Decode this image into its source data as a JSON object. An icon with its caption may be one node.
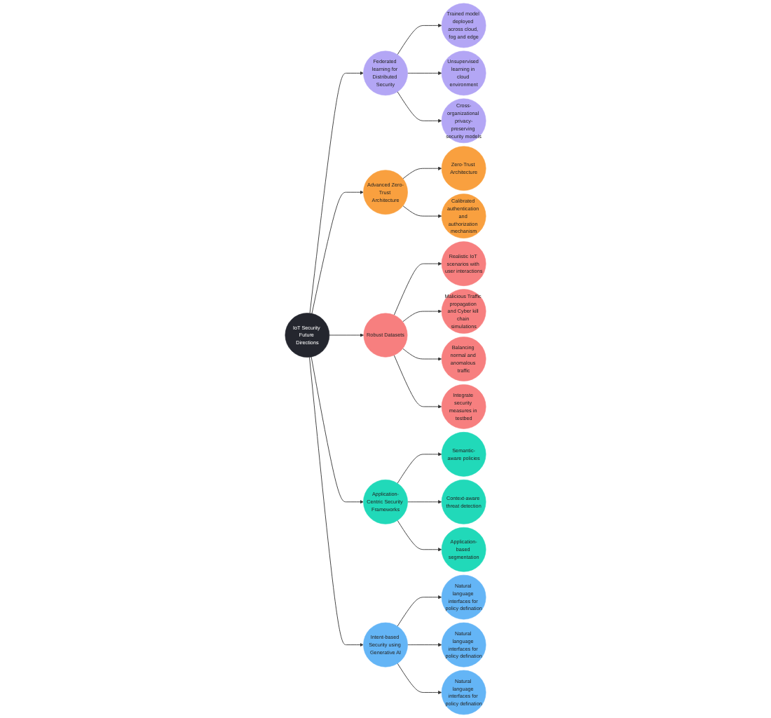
{
  "diagram": {
    "nodes": [
      {
        "text": [
          "IoT Security Future Directions"
        ]
      },
      {
        "text": [
          "Federated learning for Distributed Security"
        ]
      },
      {
        "text": [
          "Trained model deployed across cloud, fog and edge"
        ]
      },
      {
        "text": [
          "Unsupervised learning in cloud environment"
        ]
      },
      {
        "text": [
          "Cross-organizational privacy-preserving security models"
        ]
      },
      {
        "text": [
          "Advanced Zero-Trust Architecture"
        ]
      },
      {
        "text": [
          "Zero-Trust Architecture"
        ]
      },
      {
        "text": [
          "Calibrated authentication and authorization mechanism"
        ]
      },
      {
        "text": [
          "Robust Datasets"
        ]
      },
      {
        "text": [
          "Realistic IoT scenarios with user interactions"
        ]
      },
      {
        "text": [
          "Malicious Traffic propagation and Cyber kill chain simulations"
        ]
      },
      {
        "text": [
          "Balancing normal and anomalous traffic"
        ]
      },
      {
        "text": [
          "Integrate security measures in testbed"
        ]
      },
      {
        "text": [
          "Application-Centric Security Frameworks"
        ]
      },
      {
        "text": [
          "Semantic-aware policies"
        ]
      },
      {
        "text": [
          "Context-aware threat detection"
        ]
      },
      {
        "text": [
          "Application-based segmentation"
        ]
      },
      {
        "text": [
          "Intent-based Security using Generative AI"
        ]
      },
      {
        "text": [
          "Natural language interfaces for policy defination"
        ]
      },
      {
        "text": [
          "Natural language interfaces for policy defination"
        ]
      },
      {
        "text": [
          "Natural language interfaces for policy defination"
        ]
      }
    ],
    "edges": [
      {
        "from": 0,
        "to": 1,
        "arrow": "to"
      },
      {
        "from": 1,
        "to": 2,
        "arrow": "to"
      },
      {
        "from": 1,
        "to": 3,
        "arrow": "to"
      },
      {
        "from": 1,
        "to": 4,
        "arrow": "to"
      },
      {
        "from": 0,
        "to": 5,
        "arrow": "to"
      },
      {
        "from": 5,
        "to": 6,
        "arrow": "to"
      },
      {
        "from": 5,
        "to": 7,
        "arrow": "to"
      },
      {
        "from": 0,
        "to": 8,
        "arrow": "to"
      },
      {
        "from": 8,
        "to": 9,
        "arrow": "to"
      },
      {
        "from": 8,
        "to": 10,
        "arrow": "to"
      },
      {
        "from": 8,
        "to": 11,
        "arrow": "to"
      },
      {
        "from": 8,
        "to": 12,
        "arrow": "to"
      },
      {
        "from": 0,
        "to": 13,
        "arrow": "to"
      },
      {
        "from": 13,
        "to": 14,
        "arrow": "to"
      },
      {
        "from": 13,
        "to": 15,
        "arrow": "to"
      },
      {
        "from": 13,
        "to": 16,
        "arrow": "to"
      },
      {
        "from": 0,
        "to": 17,
        "arrow": "to"
      },
      {
        "from": 17,
        "to": 18,
        "arrow": "to"
      },
      {
        "from": 17,
        "to": 19,
        "arrow": "to"
      },
      {
        "from": 17,
        "to": 20,
        "arrow": "to"
      }
    ]
  }
}
